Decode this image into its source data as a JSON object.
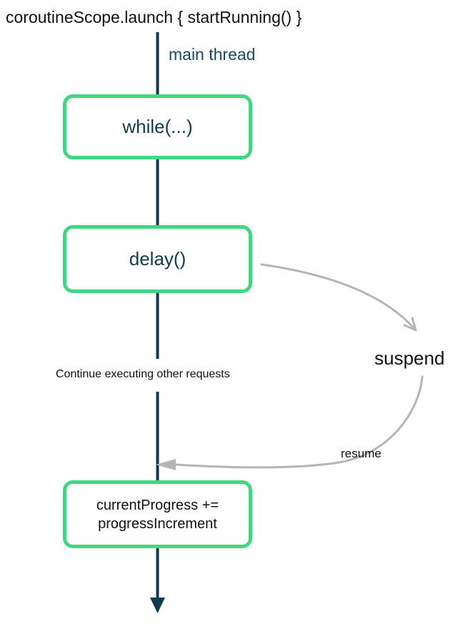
{
  "title": "coroutineScope.launch { startRunning() }",
  "thread": {
    "label": "main thread"
  },
  "nodes": {
    "while_label": "while(...)",
    "delay_label": "delay()",
    "progress_line1": "currentProgress +=",
    "progress_line2": "progressIncrement"
  },
  "annotations": {
    "continue_label": "Continue executing other requests",
    "suspend_label": "suspend",
    "resume_label": "resume"
  },
  "icons": {
    "down_arrowhead": "filled-triangle-down",
    "suspend_arrowhead": "open-chevron",
    "resume_arrowhead": "filled-triangle-left"
  },
  "colors": {
    "thread_line": "#113B4C",
    "thread_label": "#1A4A61",
    "box_border": "#41D781",
    "box_text": "#113B4C",
    "arrow_gray": "#B5B5B5",
    "text_black": "#111111",
    "background": "#FFFFFF"
  }
}
